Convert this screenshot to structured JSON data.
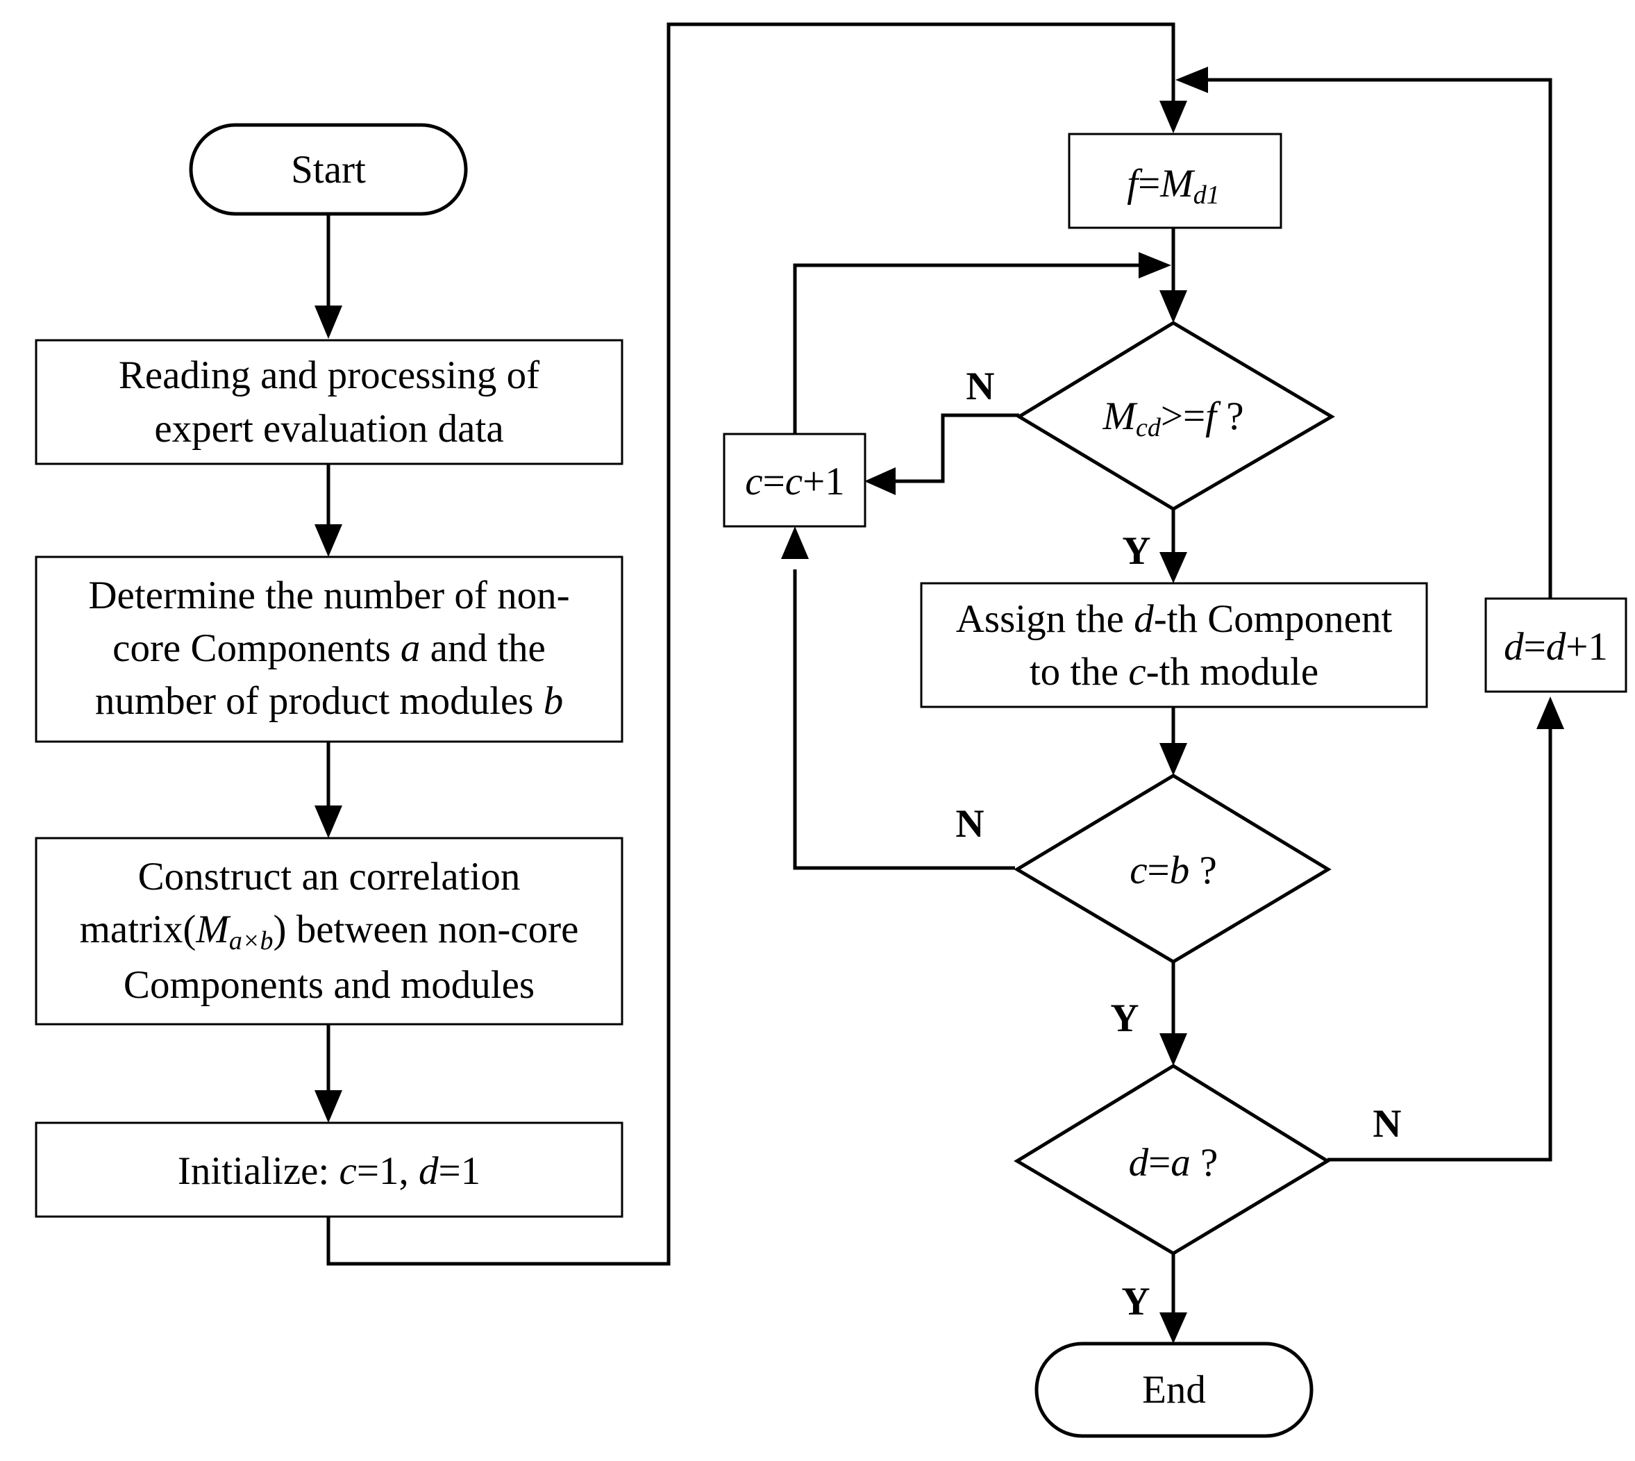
{
  "nodes": {
    "start": "Start",
    "read": {
      "line1": "Reading and processing of",
      "line2": "expert evaluation data"
    },
    "determine": {
      "line1": "Determine the number of non-",
      "line2a": "core Components ",
      "line2var": "a",
      "line2b": " and the",
      "line3a": "number of product modules ",
      "line3var": "b"
    },
    "construct": {
      "line1": "Construct an correlation",
      "line2a": "matrix(",
      "line2var": "M",
      "line2sub": "a×b",
      "line2b": ") between non-core",
      "line3": "Components and modules"
    },
    "initialize": {
      "prefix": "Initialize: ",
      "var1": "c",
      "val1": "=1, ",
      "var2": "d",
      "val2": "=1"
    },
    "f_assign": {
      "var": "f",
      "eq": "=",
      "m": "M",
      "sub": "d1"
    },
    "decision_mcd": {
      "m": "M",
      "sub": "cd",
      "op": ">=",
      "var": "f",
      "q": " ?"
    },
    "c_increment": {
      "var1": "c",
      "eq": "=",
      "var2": "c",
      "plus": "+1"
    },
    "assign": {
      "line1a": "Assign the ",
      "line1var": "d",
      "line1b": "-th Component",
      "line2a": "to the ",
      "line2var": "c",
      "line2b": "-th module"
    },
    "decision_cb": {
      "var1": "c",
      "eq": "=",
      "var2": "b",
      "q": " ?"
    },
    "d_increment": {
      "var1": "d",
      "eq": "=",
      "var2": "d",
      "plus": "+1"
    },
    "decision_da": {
      "var1": "d",
      "eq": "=",
      "var2": "a",
      "q": " ?"
    },
    "end": "End"
  },
  "edge_labels": {
    "mcd_no": "N",
    "mcd_yes": "Y",
    "cb_no": "N",
    "cb_yes": "Y",
    "da_no": "N",
    "da_yes": "Y"
  }
}
